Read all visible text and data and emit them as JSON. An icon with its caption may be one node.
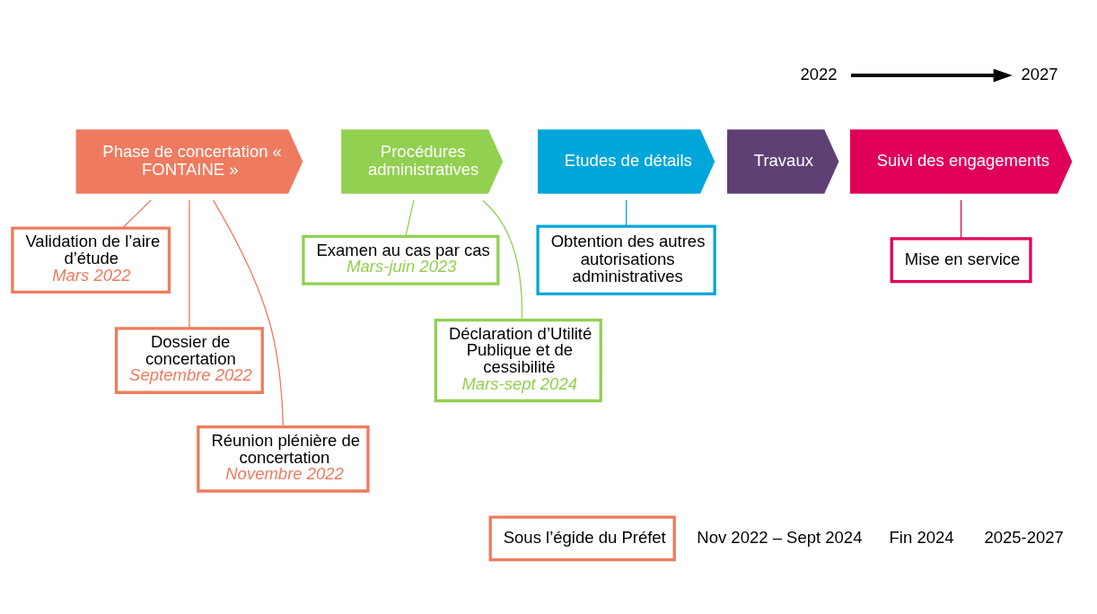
{
  "diagram": {
    "nodes": [
      {
        "text": [
          "2022"
        ]
      },
      {
        "text": [
          "2027"
        ]
      },
      {
        "text": [
          "Phase de concertation « FONTAINE »"
        ]
      },
      {
        "text": [
          "Procédures administratives"
        ]
      },
      {
        "text": [
          "Etudes de détails"
        ]
      },
      {
        "text": [
          "Travaux"
        ]
      },
      {
        "text": [
          "Suivi des engagements"
        ]
      },
      {
        "text": [
          "Validation de l’aire d’étude",
          "Mars 2022"
        ]
      },
      {
        "text": [
          "Dossier de concertation",
          "Septembre 2022"
        ]
      },
      {
        "text": [
          "Réunion plénière de concertation",
          "Novembre 2022"
        ]
      },
      {
        "text": [
          "Examen au cas par cas",
          "Mars-juin 2023"
        ]
      },
      {
        "text": [
          "Déclaration d’Utilité Publique et de cessibilité",
          "Mars-sept 2024"
        ]
      },
      {
        "text": [
          "Obtention des autres autorisations administratives"
        ]
      },
      {
        "text": [
          "Mise en service"
        ]
      },
      {
        "text": [
          "Sous l’égide du Préfet"
        ]
      }
    ],
    "edges": [
      {
        "from": 0,
        "to": 1,
        "arrow": "to",
        "style": "thick",
        "color": "#000000"
      },
      {
        "from": 2,
        "to": 7,
        "arrow": "none",
        "color": "#ee7b5f"
      },
      {
        "from": 2,
        "to": 8,
        "arrow": "none",
        "color": "#ee7b5f"
      },
      {
        "from": 2,
        "to": 9,
        "arrow": "none",
        "color": "#ee7b5f"
      },
      {
        "from": 3,
        "to": 10,
        "arrow": "none",
        "color": "#92d050"
      },
      {
        "from": 3,
        "to": 11,
        "arrow": "none",
        "color": "#92d050"
      },
      {
        "from": 4,
        "to": 12,
        "arrow": "none",
        "color": "#00a5d9"
      },
      {
        "from": 6,
        "to": 13,
        "arrow": "none",
        "color": "#e0005a"
      }
    ],
    "labels": [
      "Nov 2022 – Sept 2024",
      "Fin 2024",
      "2025-2027"
    ]
  }
}
